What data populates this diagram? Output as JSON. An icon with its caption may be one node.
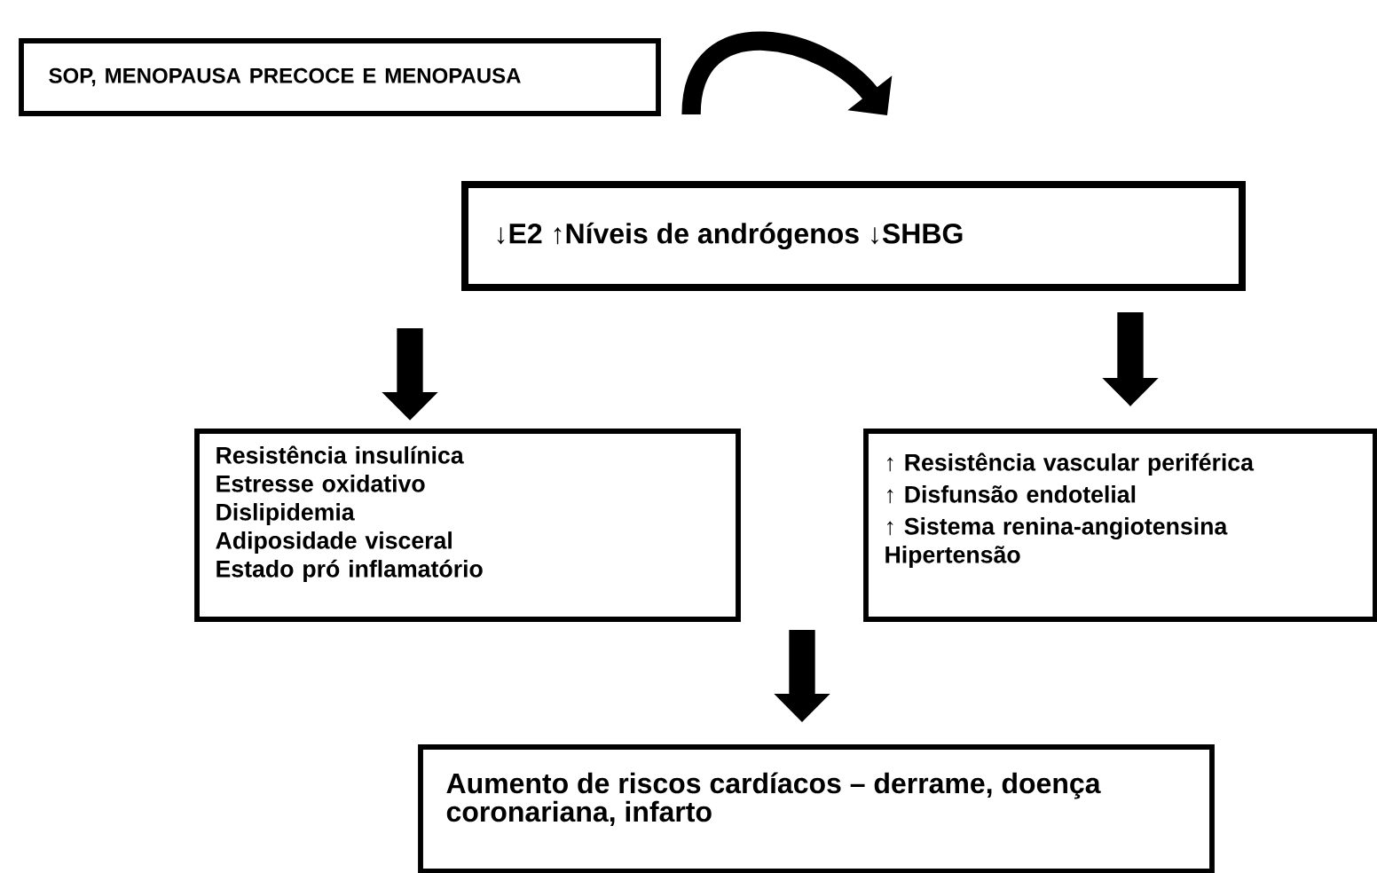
{
  "diagram": {
    "nodes": [
      {
        "text": [
          "SOP, MENOPAUSA PRECOCE E MENOPAUSA"
        ]
      },
      {
        "text": [
          "↓E2 ↑Níveis de andrógenos ↓SHBG"
        ]
      },
      {
        "text": [
          "Resistência insulínica",
          "Estresse oxidativo",
          "Dislipidemia",
          "Adiposidade visceral",
          "Estado pró inflamatório"
        ]
      },
      {
        "text": [
          "↑ Resistência vascular periférica",
          "↑ Disfunsão endotelial",
          "↑ Sistema renina-angiotensina",
          "Hipertensão"
        ]
      },
      {
        "text": [
          "Aumento de riscos cardíacos – derrame, doença coronariana, infarto"
        ]
      }
    ],
    "edges": [
      {
        "from": 0,
        "to": 1,
        "arrow": "to"
      },
      {
        "from": 1,
        "to": 2,
        "arrow": "to"
      },
      {
        "from": 1,
        "to": 3,
        "arrow": "to"
      },
      {
        "from": 2,
        "to": 4,
        "arrow": "to"
      },
      {
        "from": 3,
        "to": 4,
        "arrow": "to"
      }
    ]
  }
}
